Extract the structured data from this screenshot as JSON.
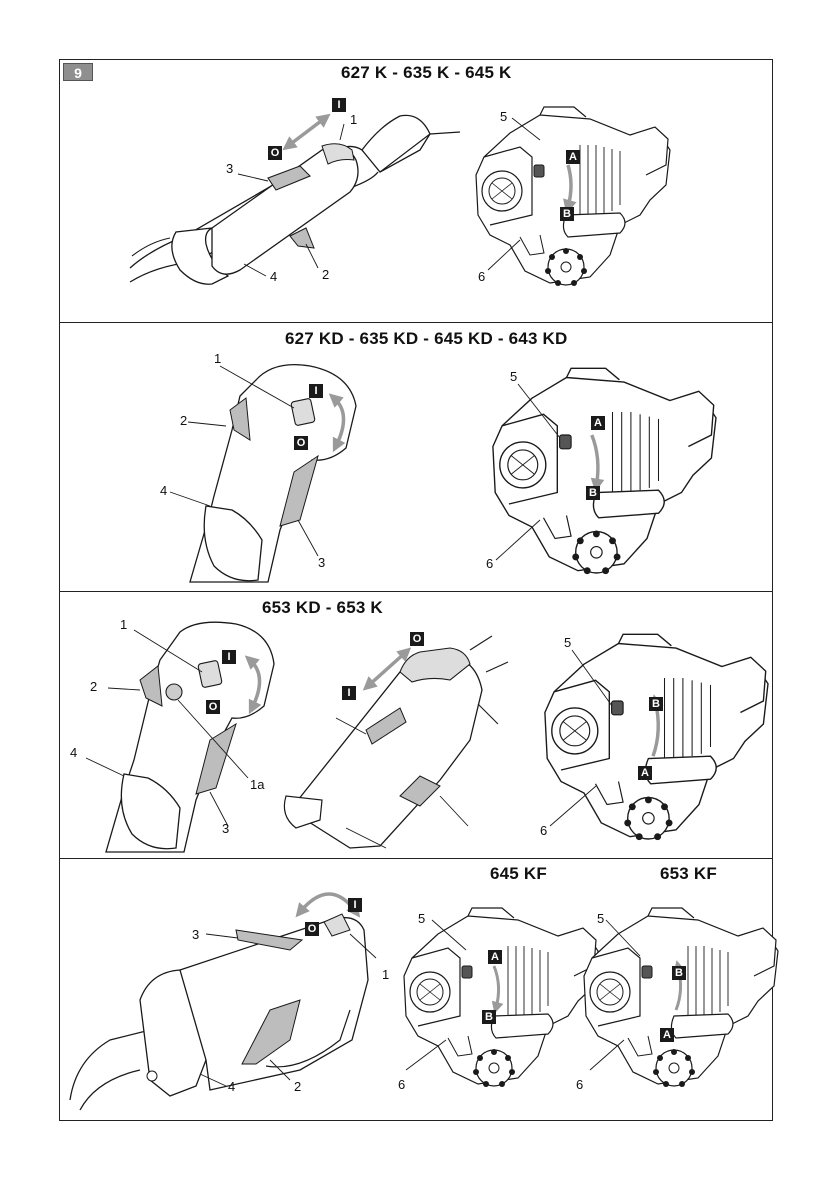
{
  "figure": {
    "number": "9"
  },
  "sections": [
    {
      "title": "627 K - 635 K - 645 K"
    },
    {
      "title": "627 KD - 635 KD - 645 KD - 643 KD"
    },
    {
      "title": "653 KD - 653 K"
    },
    {
      "titles": [
        "645 KF",
        "653 KF"
      ]
    }
  ],
  "callouts": {
    "one": "1",
    "one_a": "1a",
    "two": "2",
    "three": "3",
    "four": "4",
    "five": "5",
    "six": "6"
  },
  "switch_marks": {
    "on": "I",
    "off": "O"
  },
  "choke_marks": {
    "a": "A",
    "b": "B"
  },
  "colors": {
    "line": "#1a1a1a",
    "arrow": "#9a9a9a",
    "panel_fill": "#ffffff",
    "shade": "#bdbdbd"
  }
}
